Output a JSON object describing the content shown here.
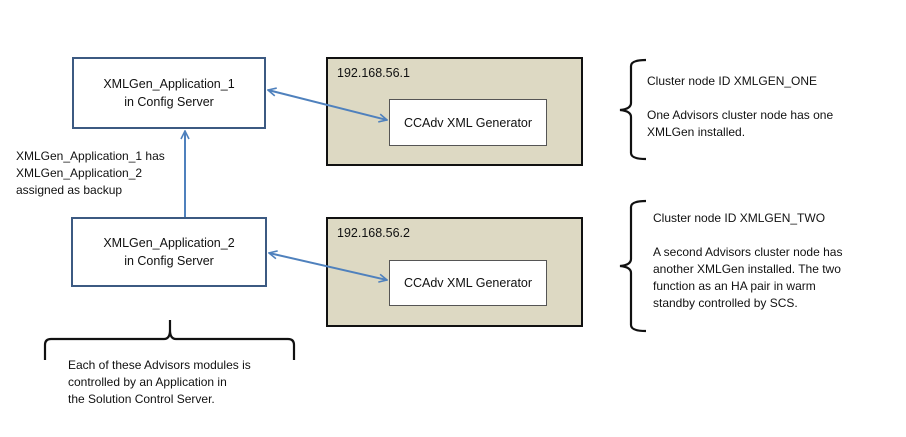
{
  "app_boxes": [
    {
      "line1": "XMLGen_Application_1",
      "line2": "in Config Server"
    },
    {
      "line1": "XMLGen_Application_2",
      "line2": "in Config Server"
    }
  ],
  "servers": [
    {
      "ip": "192.168.56.1",
      "component": "CCAdv XML Generator"
    },
    {
      "ip": "192.168.56.2",
      "component": "CCAdv XML Generator"
    }
  ],
  "backup_note": [
    "XMLGen_Application_1 has",
    "XMLGen_Application_2",
    "assigned as backup"
  ],
  "cluster_notes": [
    {
      "title": "Cluster node ID XMLGEN_ONE",
      "body": [
        "One Advisors cluster node  has one",
        "XMLGen installed."
      ]
    },
    {
      "title": "Cluster node ID XMLGEN_TWO",
      "body": [
        "A second Advisors cluster node  has",
        "another XMLGen installed.  The two",
        "function as an HA pair in warm",
        "standby controlled by SCS."
      ]
    }
  ],
  "bottom_note": [
    "Each of these Advisors modules is",
    "controlled by an Application in",
    "the Solution Control Server."
  ],
  "colors": {
    "arrow": "#4f81bd",
    "app_border": "#3c5a82",
    "server_fill": "#ddd9c3"
  }
}
